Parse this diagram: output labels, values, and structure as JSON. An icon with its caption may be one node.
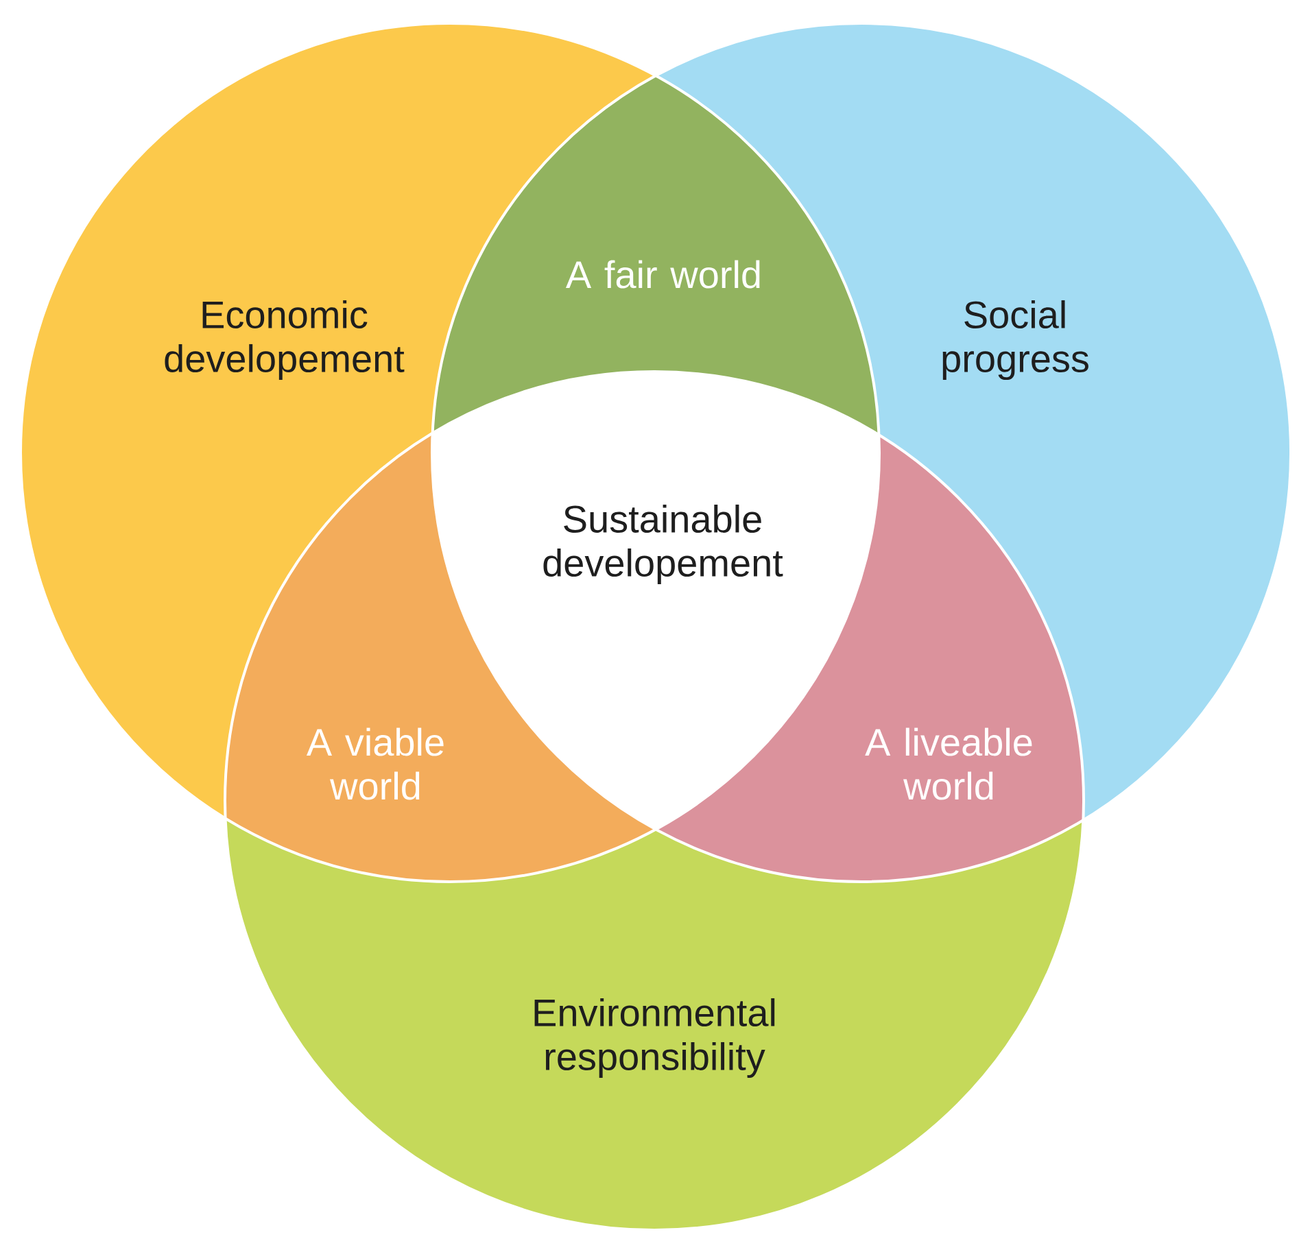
{
  "diagram": {
    "nodes": [
      {
        "text": [
          "Economic developement"
        ]
      },
      {
        "text": [
          "Social progress"
        ]
      },
      {
        "text": [
          "Environmental responsibility"
        ]
      },
      {
        "text": [
          "A fair world"
        ]
      },
      {
        "text": [
          "A viable world"
        ]
      },
      {
        "text": [
          "A liveable world"
        ]
      },
      {
        "text": [
          "Sustainable developement"
        ]
      }
    ]
  }
}
